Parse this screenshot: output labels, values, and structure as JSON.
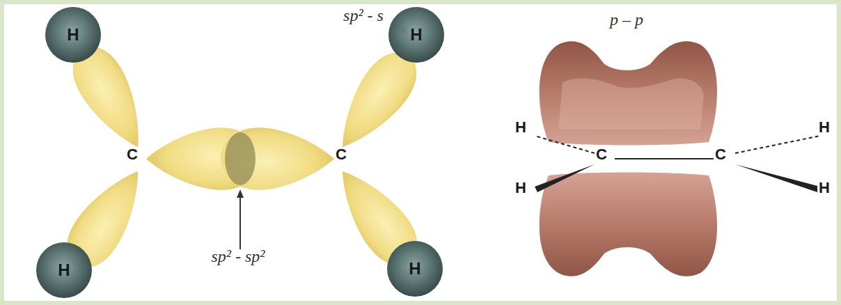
{
  "diagram": {
    "nodes": [
      {
        "text": [
          "H"
        ]
      },
      {
        "text": [
          "H"
        ]
      },
      {
        "text": [
          "H"
        ]
      },
      {
        "text": [
          "H"
        ]
      }
    ],
    "labels": [
      "sp² - s",
      "C",
      "C",
      "sp² - sp²",
      "p – p",
      "H",
      "H",
      "C",
      "C",
      "H",
      "H"
    ]
  }
}
